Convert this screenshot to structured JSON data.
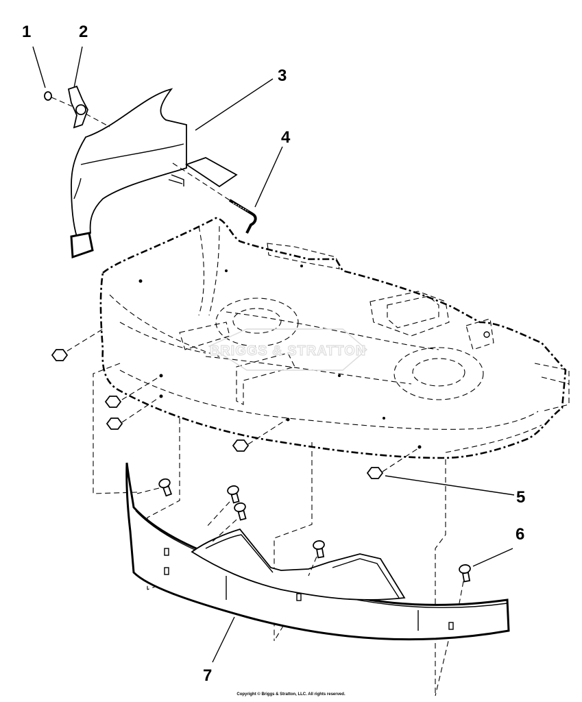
{
  "callouts": [
    "1",
    "2",
    "3",
    "4",
    "5",
    "6",
    "7"
  ],
  "watermark": "BRIGGS & STRATTON",
  "copyright": "Copyright © Briggs & Stratton, LLC. All rights reserved."
}
